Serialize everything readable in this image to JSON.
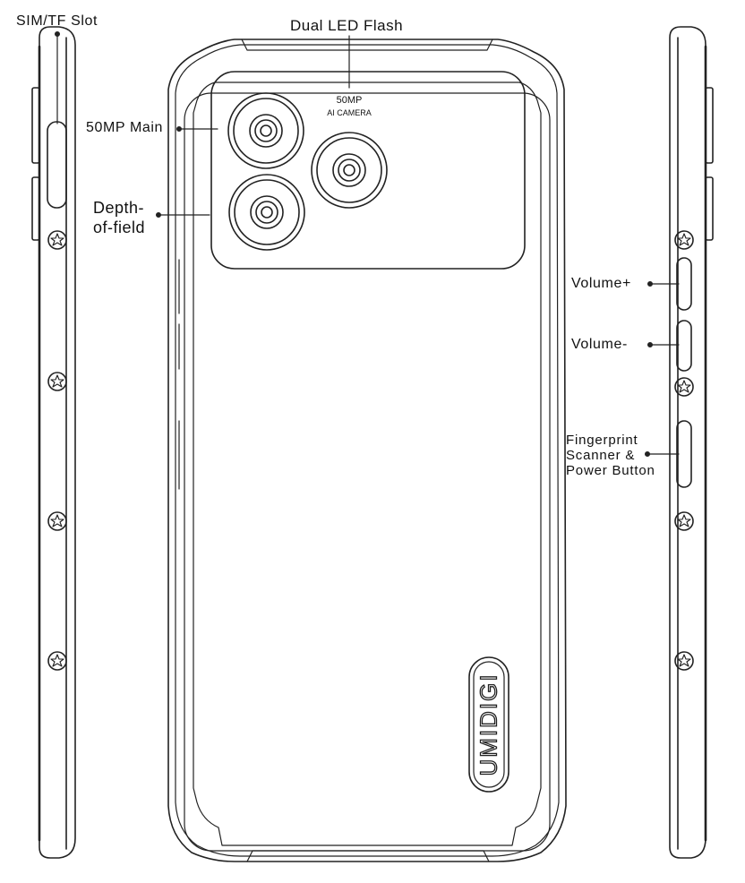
{
  "labels": {
    "sim_slot": "SIM/TF Slot",
    "dual_led_flash": "Dual LED Flash",
    "main_camera": "50MP Main",
    "depth_line1": "Depth-",
    "depth_line2": "of-field",
    "volume_up": "Volume+",
    "volume_down": "Volume-",
    "fingerprint_line1": "Fingerprint",
    "fingerprint_line2": "Scanner &",
    "fingerprint_line3": "Power Button"
  },
  "camera_module": {
    "resolution": "50MP",
    "subtitle": "AI CAMERA"
  },
  "brand": "UMIDIGI",
  "colors": {
    "line": "#222222",
    "background": "#ffffff"
  }
}
